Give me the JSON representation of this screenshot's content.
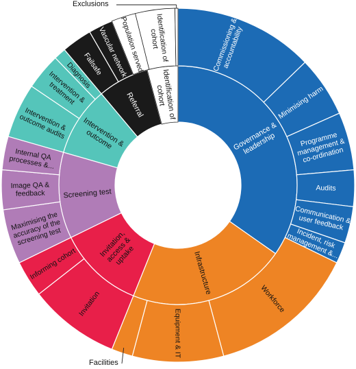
{
  "colors": {
    "governance": "#1C6BB5",
    "infrastructure": "#EE8424",
    "invitation": "#E81F49",
    "screening": "#B07CB7",
    "intervention": "#55C5BA",
    "referral": "#1A1A1A",
    "identification": "#FFFFFF",
    "stroke": "#FFFFFF",
    "outline": "#222222"
  },
  "callouts": {
    "exclusions": "Exclusions",
    "facilities": "Facilities"
  },
  "inner_ring": [
    {
      "id": "governance",
      "lines": [
        "Governance &",
        "leadership"
      ],
      "colorKey": "governance",
      "textColor": "#ffffff"
    },
    {
      "id": "infrastructure",
      "lines": [
        "Infrastructure"
      ],
      "colorKey": "infrastructure",
      "textColor": "#111111"
    },
    {
      "id": "invitation-access-uptake",
      "lines": [
        "Invitation,",
        "access &",
        "uptake"
      ],
      "colorKey": "invitation",
      "textColor": "#111111"
    },
    {
      "id": "screening-test",
      "lines": [
        "Screening test"
      ],
      "colorKey": "screening",
      "textColor": "#111111"
    },
    {
      "id": "intervention-outcome",
      "lines": [
        "Intervention &",
        "outcome"
      ],
      "colorKey": "intervention",
      "textColor": "#111111"
    },
    {
      "id": "referral",
      "lines": [
        "Referral"
      ],
      "colorKey": "referral",
      "textColor": "#ffffff"
    },
    {
      "id": "identification-of-cohort-inner",
      "lines": [
        "Identification of",
        "cohort"
      ],
      "colorKey": "identification",
      "textColor": "#111111"
    }
  ],
  "outer_ring": [
    {
      "id": "commissioning",
      "lines": [
        "Commissioning &",
        "accountability"
      ],
      "colorKey": "governance",
      "textColor": "#ffffff"
    },
    {
      "id": "minimising-harm",
      "lines": [
        "Minimising harm"
      ],
      "colorKey": "governance",
      "textColor": "#ffffff"
    },
    {
      "id": "programme-management",
      "lines": [
        "Programme",
        "management &",
        "co-ordination"
      ],
      "colorKey": "governance",
      "textColor": "#ffffff"
    },
    {
      "id": "audits",
      "lines": [
        "Audits"
      ],
      "colorKey": "governance",
      "textColor": "#ffffff"
    },
    {
      "id": "communication",
      "lines": [
        "Communication &",
        "user feedback"
      ],
      "colorKey": "governance",
      "textColor": "#ffffff"
    },
    {
      "id": "incident-risk",
      "lines": [
        "Incident, risk",
        "management &..."
      ],
      "colorKey": "governance",
      "textColor": "#ffffff"
    },
    {
      "id": "workforce",
      "lines": [
        "Workforce"
      ],
      "colorKey": "infrastructure",
      "textColor": "#111111"
    },
    {
      "id": "equipment-it",
      "lines": [
        "Equipment & IT"
      ],
      "colorKey": "infrastructure",
      "textColor": "#111111"
    },
    {
      "id": "facilities",
      "lines": [],
      "colorKey": "infrastructure",
      "textColor": "#111111"
    },
    {
      "id": "invitation",
      "lines": [
        "Invitation"
      ],
      "colorKey": "invitation",
      "textColor": "#111111"
    },
    {
      "id": "informing-cohort",
      "lines": [
        "Informing cohort"
      ],
      "colorKey": "invitation",
      "textColor": "#111111"
    },
    {
      "id": "maximising-accuracy",
      "lines": [
        "Maximising the",
        "accuracy of the",
        "screening test"
      ],
      "colorKey": "screening",
      "textColor": "#111111"
    },
    {
      "id": "image-qa",
      "lines": [
        "Image QA &",
        "feedback"
      ],
      "colorKey": "screening",
      "textColor": "#111111"
    },
    {
      "id": "internal-qa",
      "lines": [
        "Internal QA",
        "processes &..."
      ],
      "colorKey": "screening",
      "textColor": "#111111"
    },
    {
      "id": "intervention-outcome-audits",
      "lines": [
        "Intervention &",
        "outcome audits"
      ],
      "colorKey": "intervention",
      "textColor": "#111111"
    },
    {
      "id": "intervention-treatment",
      "lines": [
        "Intervention &",
        "treatment"
      ],
      "colorKey": "intervention",
      "textColor": "#111111"
    },
    {
      "id": "diagnosis",
      "lines": [
        "Diagnosis"
      ],
      "colorKey": "intervention",
      "textColor": "#111111"
    },
    {
      "id": "failsafe",
      "lines": [
        "Failsafe"
      ],
      "colorKey": "referral",
      "textColor": "#ffffff"
    },
    {
      "id": "vascular-network",
      "lines": [
        "Vascular network"
      ],
      "colorKey": "referral",
      "textColor": "#ffffff"
    },
    {
      "id": "population-served",
      "lines": [
        "Population served"
      ],
      "colorKey": "identification",
      "textColor": "#111111"
    },
    {
      "id": "identification-of-cohort-outer",
      "lines": [
        "Identification of",
        "cohort"
      ],
      "colorKey": "identification",
      "textColor": "#111111"
    },
    {
      "id": "exclusions",
      "lines": [],
      "colorKey": "identification",
      "textColor": "#111111"
    }
  ]
}
